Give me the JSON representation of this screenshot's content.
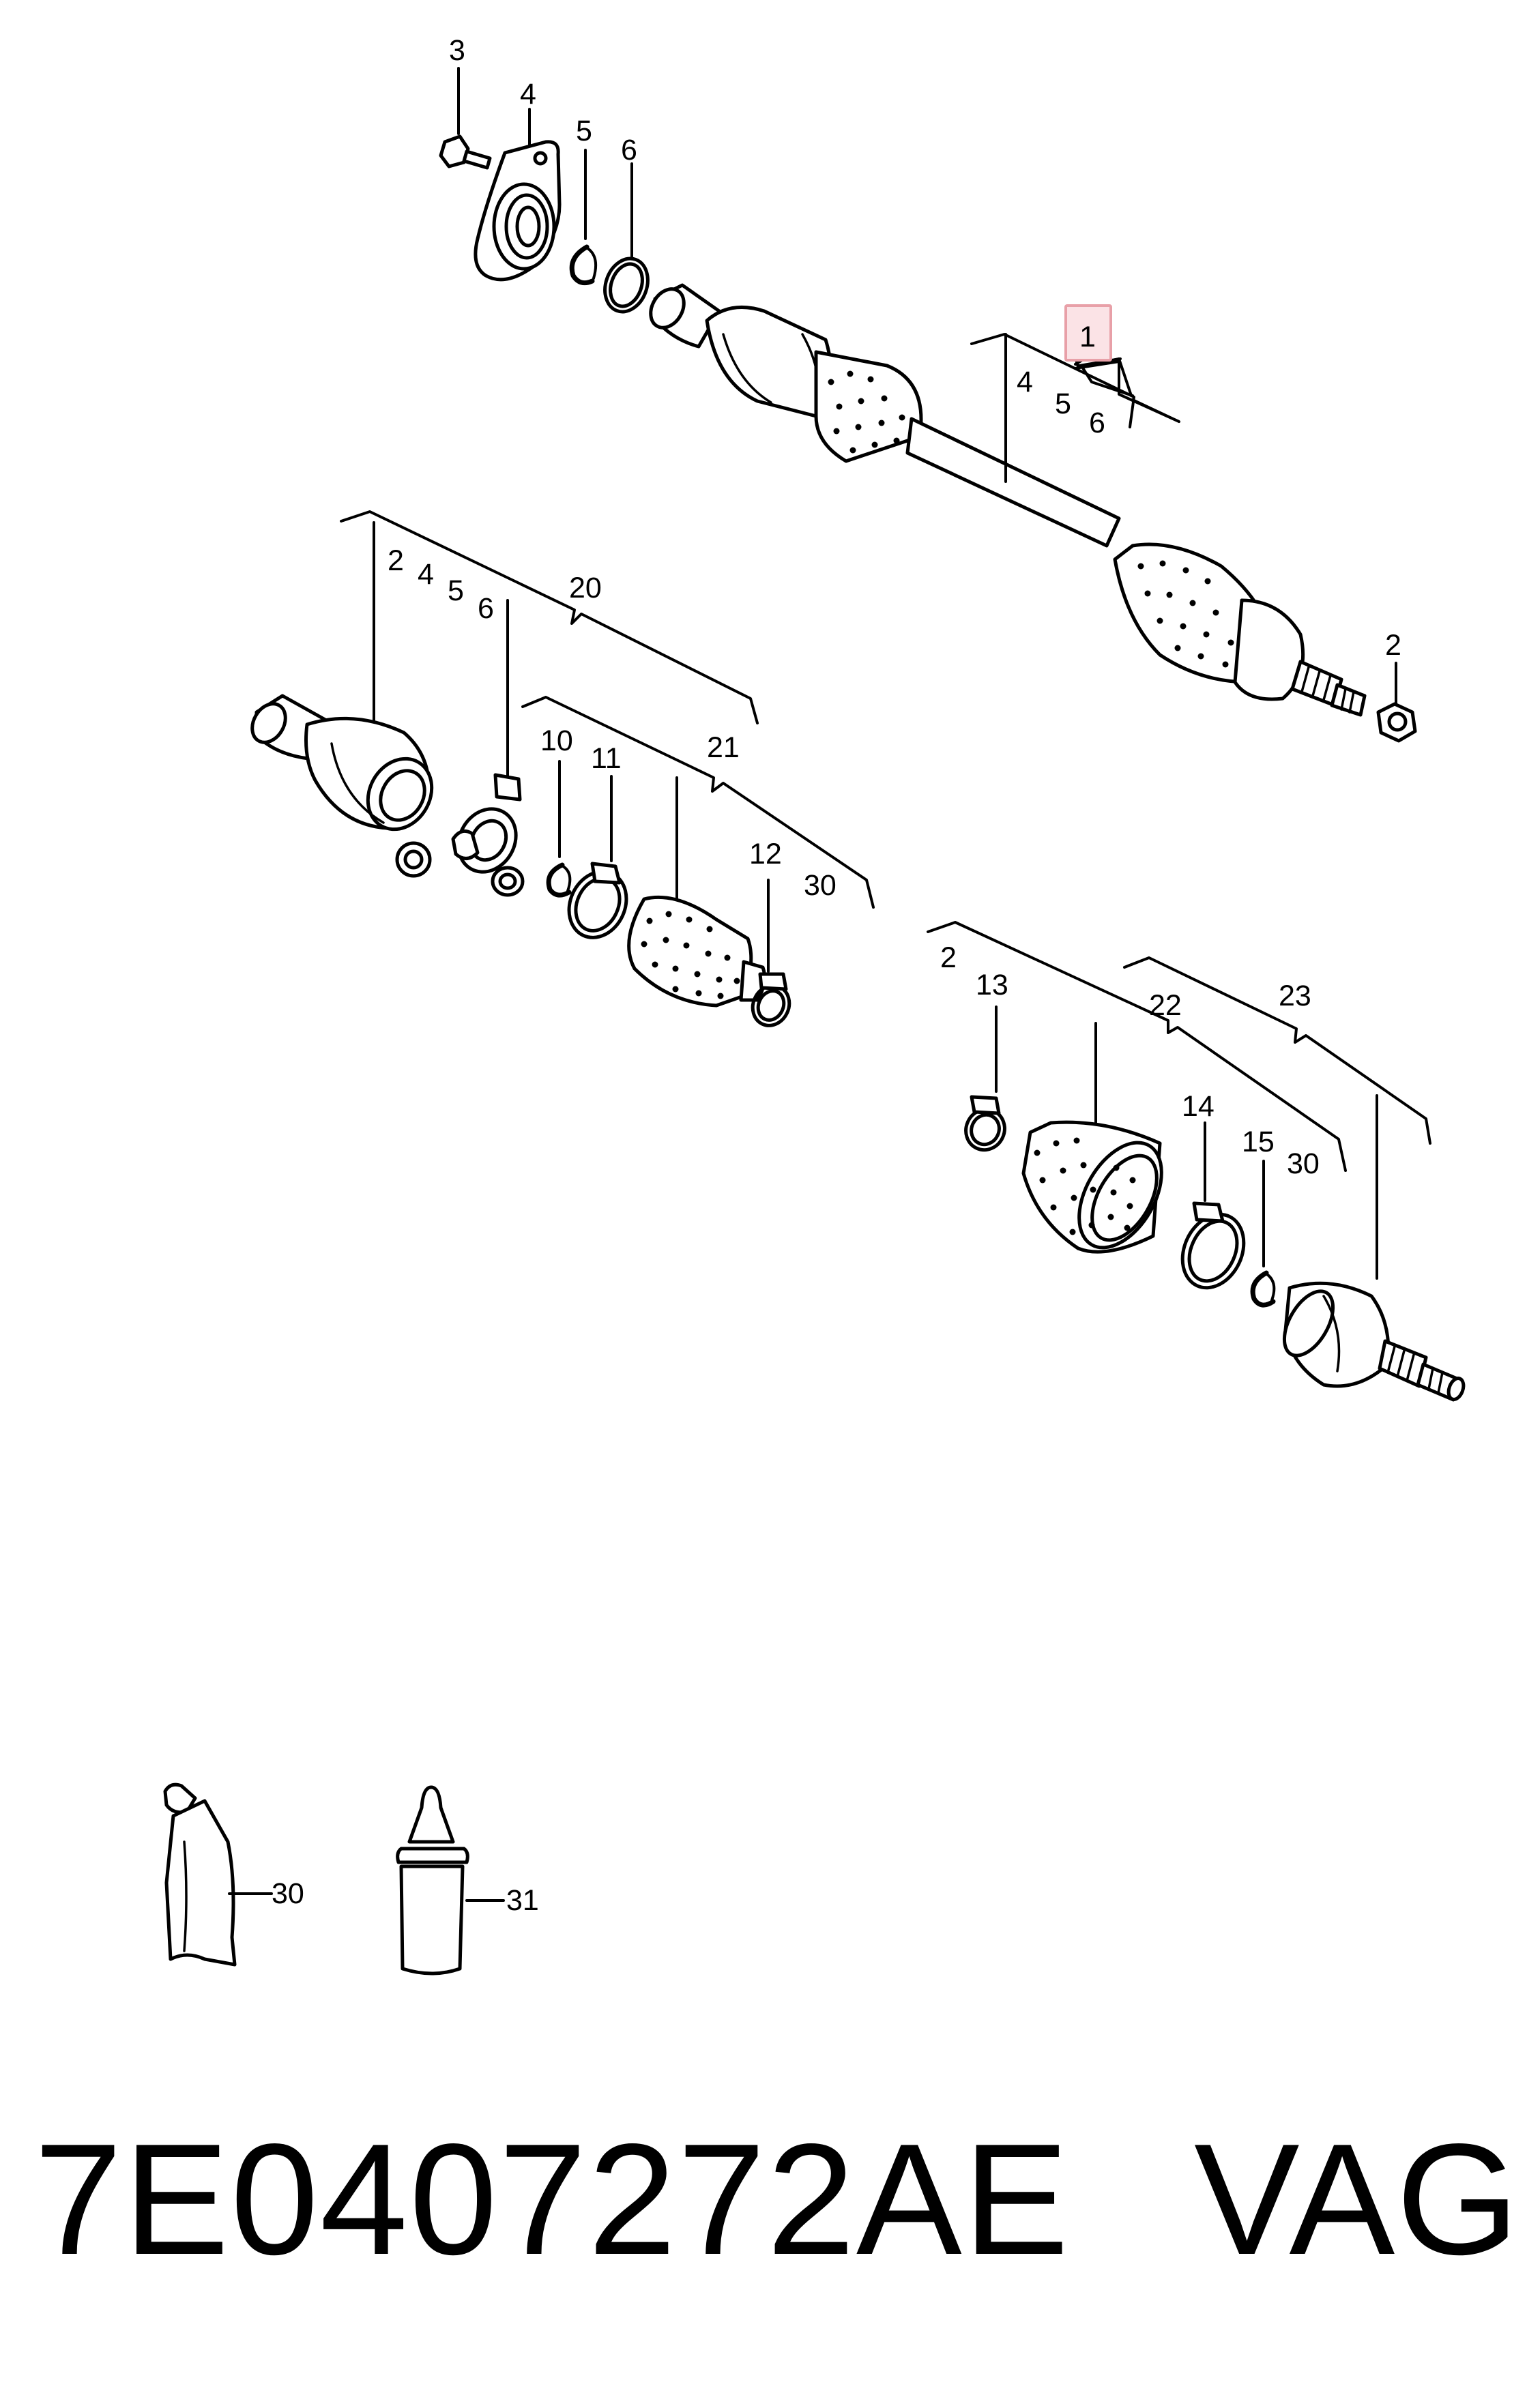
{
  "labels": {
    "1": "1",
    "2": "2",
    "3": "3",
    "4": "4",
    "5": "5",
    "6": "6",
    "10": "10",
    "11": "11",
    "12": "12",
    "13": "13",
    "14": "14",
    "15": "15",
    "20": "20",
    "21": "21",
    "22": "22",
    "23": "23",
    "30": "30",
    "31": "31"
  },
  "highlight": {
    "label": "1",
    "border": "#e8a0a8",
    "fill": "#fbe3e6"
  },
  "footer": {
    "part_number": "7E0407272AE",
    "brand": "VAG"
  }
}
